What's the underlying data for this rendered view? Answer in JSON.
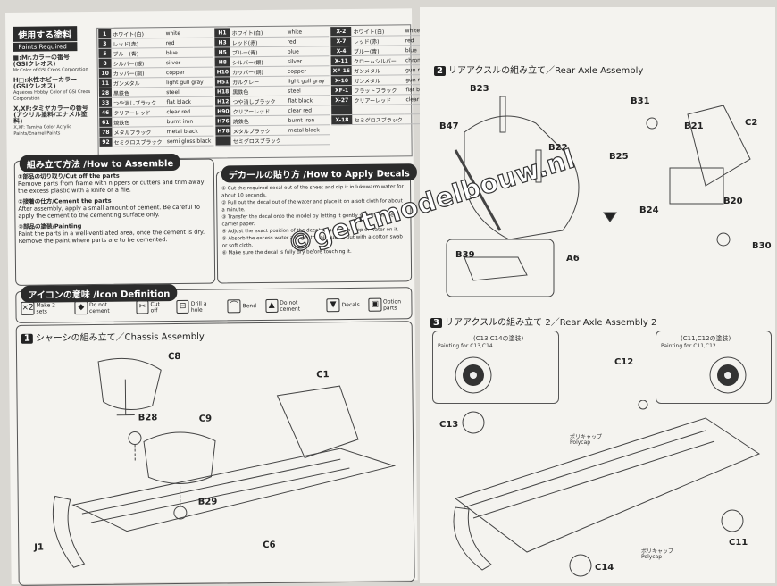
{
  "paints": {
    "title_jp": "使用する塗料",
    "title_en": "Paints Required",
    "legend": [
      {
        "code_jp": "■:Mr.カラーの番号",
        "code_jp2": "(GSIクレオス)",
        "en": "Mr.Color of GSI Creos Corporation"
      },
      {
        "code_jp": "H□:水性ホビーカラー",
        "code_jp2": "(GSIクレオス)",
        "en": "Aqueous Hobby Color of GSI Creos Corporation"
      },
      {
        "code_jp": "X,XF:タミヤカラーの番号",
        "code_jp2": "(アクリル塗料/エナメル塗料)",
        "en": "X,XF: Tamiya Color Acrylic Paints/Enamel Paints"
      }
    ],
    "col1": [
      {
        "code": "1",
        "jp": "ホワイト(白)",
        "en": "white"
      },
      {
        "code": "3",
        "jp": "レッド(赤)",
        "en": "red"
      },
      {
        "code": "5",
        "jp": "ブルー(青)",
        "en": "blue"
      },
      {
        "code": "8",
        "jp": "シルバー(銀)",
        "en": "silver"
      },
      {
        "code": "10",
        "jp": "カッパー(銅)",
        "en": "copper"
      },
      {
        "code": "11",
        "jp": "ガンメタル",
        "en": "light gull gray"
      },
      {
        "code": "28",
        "jp": "黒鉄色",
        "en": "steel"
      },
      {
        "code": "33",
        "jp": "つや消しブラック",
        "en": "flat black"
      },
      {
        "code": "46",
        "jp": "クリアーレッド",
        "en": "clear red"
      },
      {
        "code": "61",
        "jp": "焼鉄色",
        "en": "burnt iron"
      },
      {
        "code": "78",
        "jp": "メタルブラック",
        "en": "metal black"
      },
      {
        "code": "92",
        "jp": "セミグロスブラック",
        "en": "semi gloss black"
      }
    ],
    "col2": [
      {
        "code": "H1",
        "jp": "ホワイト(白)",
        "en": "white"
      },
      {
        "code": "H3",
        "jp": "レッド(赤)",
        "en": "red"
      },
      {
        "code": "H5",
        "jp": "ブルー(青)",
        "en": "blue"
      },
      {
        "code": "H8",
        "jp": "シルバー(銀)",
        "en": "silver"
      },
      {
        "code": "H10",
        "jp": "カッパー(銅)",
        "en": "copper"
      },
      {
        "code": "H51",
        "jp": "ガルグレー",
        "en": "light gull gray"
      },
      {
        "code": "H18",
        "jp": "黒鉄色",
        "en": "steel"
      },
      {
        "code": "H12",
        "jp": "つや消しブラック",
        "en": "flat black"
      },
      {
        "code": "H90",
        "jp": "クリアーレッド",
        "en": "clear red"
      },
      {
        "code": "H76",
        "jp": "焼鉄色",
        "en": "burnt iron"
      },
      {
        "code": "H78",
        "jp": "メタルブラック",
        "en": "metal black"
      },
      {
        "code": "",
        "jp": "セミグロスブラック",
        "en": ""
      }
    ],
    "col3": [
      {
        "code": "X-2",
        "jp": "ホワイト(白)",
        "en": "white"
      },
      {
        "code": "X-7",
        "jp": "レッド(赤)",
        "en": "red"
      },
      {
        "code": "X-4",
        "jp": "ブルー(青)",
        "en": "blue"
      },
      {
        "code": "X-11",
        "jp": "クロームシルバー",
        "en": "chrome silver"
      },
      {
        "code": "XF-16",
        "jp": "ガンメタル",
        "en": "gun metal"
      },
      {
        "code": "X-10",
        "jp": "ガンメタル",
        "en": "gun metal"
      },
      {
        "code": "XF-1",
        "jp": "フラットブラック",
        "en": "flat black"
      },
      {
        "code": "X-27",
        "jp": "クリアーレッド",
        "en": "clear red"
      },
      {
        "code": "",
        "jp": "",
        "en": ""
      },
      {
        "code": "X-18",
        "jp": "セミグロスブラック",
        "en": ""
      }
    ]
  },
  "howto": {
    "title": "組み立て方法 /How to Assemble",
    "items": [
      {
        "jp": "①部品の切り取り/Cut off the parts",
        "text": "Remove parts from frame with nippers or cutters and trim away the excess plastic with a knife or a file."
      },
      {
        "jp": "②接着の仕方/Cement the parts",
        "text": "After assembly, apply a small amount of cement. Be careful to apply the cement to the cementing surface only."
      },
      {
        "jp": "③部品の塗装/Painting",
        "text": "Paint the parts in a well-ventilated area, once the cement is dry. Remove the paint where parts are to be cemented."
      }
    ]
  },
  "decals": {
    "title": "デカールの貼り方 /How to Apply Decals",
    "lines": [
      "① Cut the required decal out of the sheet and dip it in lukewarm water for about 10 seconds.",
      "② Pull out the decal out of the water and place it on a soft cloth for about a minute.",
      "③ Transfer the decal onto the model by letting it gently slide from the carrier paper.",
      "④ Adjust the exact position of the decal by adding a drop of water on it.",
      "⑤ Absorb the excess water and get the air bubble out with a cotton swab or soft cloth.",
      "⑥ Make sure the decal is fully dry before touching it."
    ]
  },
  "icons": {
    "title": "アイコンの意味 /Icon Definition",
    "items": [
      {
        "glyph": "×2",
        "label": "Make 2 sets"
      },
      {
        "glyph": "◆",
        "label": "Do not cement"
      },
      {
        "glyph": "✂",
        "label": "Cut off"
      },
      {
        "glyph": "⊟",
        "label": "Drill a hole"
      },
      {
        "glyph": "⌒",
        "label": "Bend"
      },
      {
        "glyph": "▲",
        "label": "Do not cement"
      },
      {
        "glyph": "▼",
        "label": "Decals"
      },
      {
        "glyph": "▣",
        "label": "Option parts"
      }
    ]
  },
  "step1": {
    "num": "1",
    "title": "シャーシの組み立て／Chassis Assembly",
    "parts": [
      "C8",
      "C1",
      "B28",
      "C9",
      "B29",
      "C6",
      "J1"
    ]
  },
  "step2": {
    "num": "2",
    "title": "リアアクスルの組み立て／Rear Axle Assembly",
    "parts": [
      "B23",
      "B31",
      "B21",
      "C2",
      "B47",
      "B22",
      "B25",
      "B20",
      "B24",
      "B30",
      "B39",
      "A6"
    ]
  },
  "step3": {
    "num": "3",
    "title": "リアアクスルの組み立て 2／Rear Axle Assembly 2",
    "left_box": {
      "title": "(C13,C14の塗装)",
      "sub": "Painting for C13,C14"
    },
    "right_box": {
      "title": "(C11,C12の塗装)",
      "sub": "Painting for C11,C12"
    },
    "parts": [
      "C12",
      "C13",
      "C11",
      "C14"
    ],
    "polycap_jp": "ポリキャップ",
    "polycap_en": "Polycap"
  },
  "watermark": "©gertmodelbouw.nl",
  "colors": {
    "dark": "#2b2b2b",
    "paper": "#f4f3ef",
    "bg": "#d9d7d2"
  }
}
